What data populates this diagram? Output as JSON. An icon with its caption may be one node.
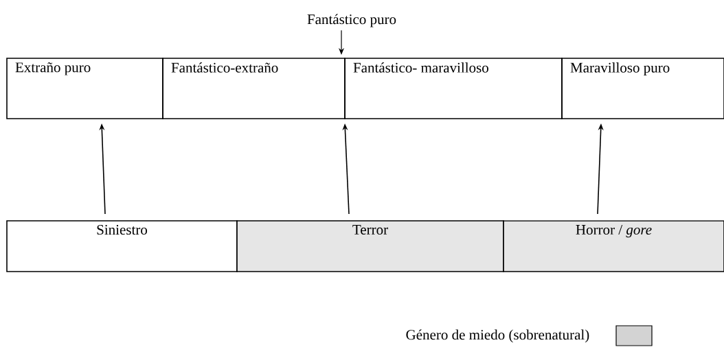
{
  "diagram": {
    "nodes": [
      {
        "text": [
          "Fantástico puro"
        ]
      },
      {
        "text": [
          "Extraño puro"
        ]
      },
      {
        "text": [
          "Fantástico-extraño"
        ]
      },
      {
        "text": [
          "Fantástico- maravilloso"
        ]
      },
      {
        "text": [
          "Maravilloso puro"
        ]
      },
      {
        "text": [
          "Siniestro"
        ]
      },
      {
        "text": [
          "Terror"
        ]
      },
      {
        "text": [
          "Horror / *gore*"
        ]
      }
    ],
    "edges": [
      {
        "from": 0,
        "to": 2,
        "arrow": "to"
      },
      {
        "from": 5,
        "to": 1,
        "arrow": "to"
      },
      {
        "from": 6,
        "to": 2,
        "arrow": "to"
      },
      {
        "from": 7,
        "to": 4,
        "arrow": "to"
      }
    ],
    "legend": [
      {
        "text": "Género de miedo (sobrenatural)",
        "color": "#d3d3d3"
      }
    ]
  }
}
